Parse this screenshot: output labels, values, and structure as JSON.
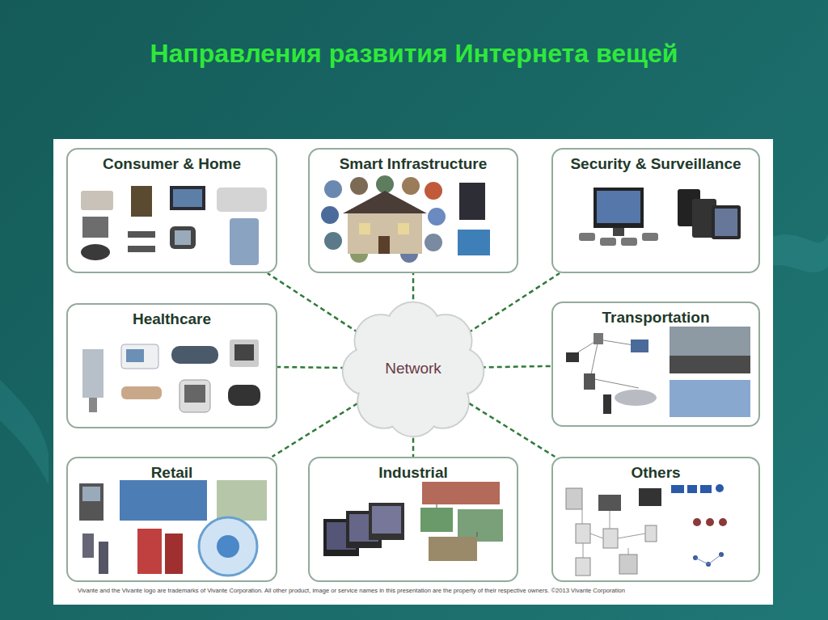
{
  "diagram": {
    "title": "Направления развития Интернета вещей",
    "nodes": [
      {
        "text": [
          "Consumer & Home"
        ]
      },
      {
        "text": [
          "Smart Infrastructure"
        ]
      },
      {
        "text": [
          "Security & Surveillance"
        ]
      },
      {
        "text": [
          "Healthcare"
        ]
      },
      {
        "text": [
          "Network"
        ]
      },
      {
        "text": [
          "Transportation"
        ]
      },
      {
        "text": [
          "Retail"
        ]
      },
      {
        "text": [
          "Industrial"
        ]
      },
      {
        "text": [
          "Others"
        ]
      }
    ],
    "edges": [
      {
        "from": 4,
        "to": 0,
        "arrow": "none"
      },
      {
        "from": 4,
        "to": 1,
        "arrow": "none"
      },
      {
        "from": 4,
        "to": 2,
        "arrow": "none"
      },
      {
        "from": 4,
        "to": 3,
        "arrow": "none"
      },
      {
        "from": 4,
        "to": 5,
        "arrow": "none"
      },
      {
        "from": 4,
        "to": 6,
        "arrow": "none"
      },
      {
        "from": 4,
        "to": 7,
        "arrow": "none"
      },
      {
        "from": 4,
        "to": 8,
        "arrow": "none"
      }
    ],
    "labels": [
      "Vivante and the Vivante logo are trademarks of Vivante Corporation. All other product, image or service names in this presentation are the property of their respective owners. ©2013 Vivante Corporation"
    ]
  }
}
